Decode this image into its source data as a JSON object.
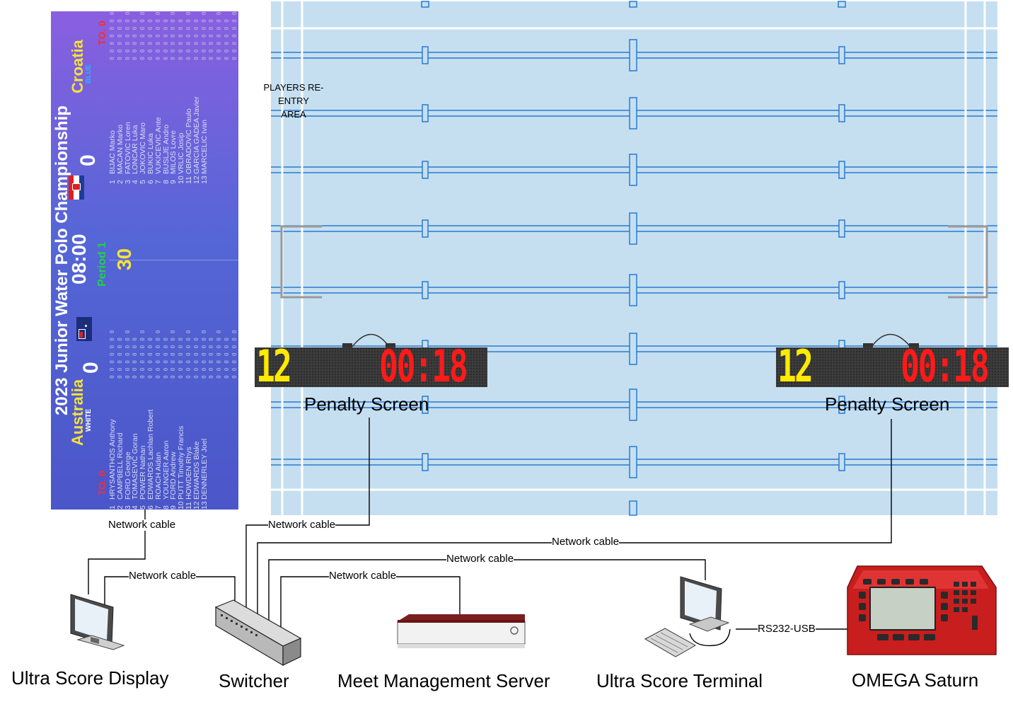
{
  "pool": {
    "reentry_label_line1": "PLAYERS RE-ENTRY",
    "reentry_label_line2": "AREA",
    "water_color": "#c5dff0",
    "lane_color": "#2a7ad0"
  },
  "scoreboard": {
    "title": "2023 Junior Water Polo Championship",
    "clock": "08:00",
    "period": "Period 1",
    "shot_clock": "30",
    "home": {
      "name": "Australia",
      "cap_color": "WHITE",
      "score": "0",
      "timeouts": "TO. 0",
      "players": [
        {
          "num": "1",
          "name": "HRYSANTHOS Anthony"
        },
        {
          "num": "2",
          "name": "CAMPBELL Richard"
        },
        {
          "num": "3",
          "name": "FORD George"
        },
        {
          "num": "4",
          "name": "TOMASEVIC Goran"
        },
        {
          "num": "5",
          "name": "POWER Nathan"
        },
        {
          "num": "6",
          "name": "EDWARDS Lachlan Robert"
        },
        {
          "num": "7",
          "name": "ROACH Aidan"
        },
        {
          "num": "8",
          "name": "YOUNGER Aaron"
        },
        {
          "num": "9",
          "name": "FORD Andrew"
        },
        {
          "num": "10",
          "name": "PUTT Timothy Francis"
        },
        {
          "num": "11",
          "name": "HOWDEN Rhys"
        },
        {
          "num": "12",
          "name": "EDWARDS Blake"
        },
        {
          "num": "13",
          "name": "DENNERLEY Joel"
        }
      ]
    },
    "away": {
      "name": "Croatia",
      "cap_color": "BLUE",
      "score": "0",
      "timeouts": "TO. 0",
      "players": [
        {
          "num": "1",
          "name": "BIJAC Marko"
        },
        {
          "num": "2",
          "name": "MACAN Marko"
        },
        {
          "num": "3",
          "name": "FATOVIC Loren"
        },
        {
          "num": "4",
          "name": "LONCAR Luka"
        },
        {
          "num": "5",
          "name": "JOKOVIC Maro"
        },
        {
          "num": "6",
          "name": "BUKIC Luka"
        },
        {
          "num": "7",
          "name": "VUKICEVIC Ante"
        },
        {
          "num": "8",
          "name": "BUSLJE Andro"
        },
        {
          "num": "9",
          "name": "MILOS Lovre"
        },
        {
          "num": "10",
          "name": "VRLIC Josip"
        },
        {
          "num": "11",
          "name": "OBRADOVIC Paulo"
        },
        {
          "num": "12",
          "name": "GARCIA GADEA Javier"
        },
        {
          "num": "13",
          "name": "MARCELIC Ivan"
        }
      ]
    },
    "foul_marks": "0 0 0 0 0 0 0 0 0 0 0 0 0"
  },
  "penalty_screens": [
    {
      "player": "12",
      "time": "00:18",
      "caption": "Penalty Screen"
    },
    {
      "player": "12",
      "time": "00:18",
      "caption": "Penalty Screen"
    }
  ],
  "cables": {
    "scoreboard": "Network cable",
    "penalty_left": "Network cable",
    "penalty_right": "Network cable",
    "terminal": "Network cable",
    "display_pc": "Network cable",
    "server": "Network cable",
    "saturn": "RS232-USB"
  },
  "devices": {
    "display": "Ultra Score Display",
    "switcher": "Switcher",
    "server": "Meet Management Server",
    "terminal": "Ultra Score Terminal",
    "saturn": "OMEGA Saturn"
  },
  "colors": {
    "team_name": "#f4e23a",
    "period": "#22d04a",
    "timeout": "#ff2a2a",
    "shot_clock": "#f4e23a",
    "penalty_number": "#ffea00",
    "penalty_time": "#ff1a1a"
  }
}
